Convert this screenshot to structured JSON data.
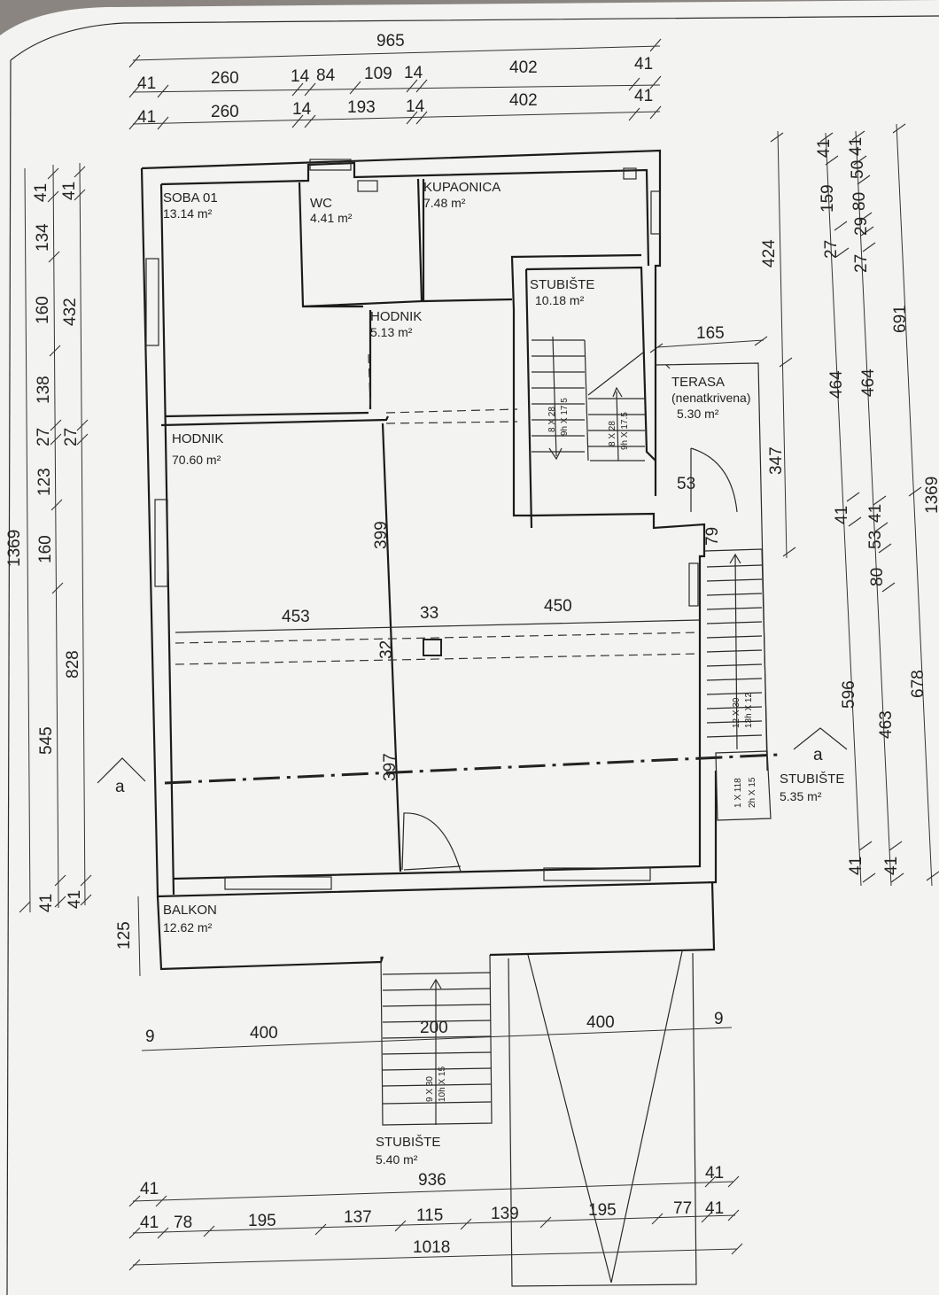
{
  "plan": {
    "rooms": [
      {
        "name": "SOBA 01",
        "area": "13.14 m²"
      },
      {
        "name": "WC",
        "area": "4.41 m²"
      },
      {
        "name": "KUPAONICA",
        "area": "7.48 m²"
      },
      {
        "name": "STUBIŠTE",
        "area": "10.18 m²"
      },
      {
        "name": "HODNIK",
        "area": "5.13 m²"
      },
      {
        "name": "TERASA",
        "sub": "(nenatkrivena)",
        "area": "5.30 m²"
      },
      {
        "name": "HODNIK",
        "area": "70.60 m²"
      },
      {
        "name": "STUBIŠTE",
        "area": "5.35 m²"
      },
      {
        "name": "BALKON",
        "area": "12.62 m²"
      },
      {
        "name": "STUBIŠTE",
        "area": "5.40 m²"
      }
    ],
    "section_marker": "a",
    "stair_labels": {
      "inner_left": [
        "8 X 28",
        "9h X 17.5"
      ],
      "inner_right": [
        "8 X 28",
        "9h X 17.5"
      ],
      "right_long": [
        "12 X 30",
        "13h X 12"
      ],
      "right_short": [
        "1 X 118",
        "2h X 15"
      ],
      "bottom": [
        "9 X 30",
        "10h X 15"
      ]
    },
    "top_dims": {
      "overall": "965",
      "row1": [
        "41",
        "260",
        "14",
        "84",
        "109",
        "14",
        "402",
        "41"
      ],
      "row2": [
        "41",
        "260",
        "14",
        "193",
        "14",
        "402",
        "41"
      ]
    },
    "left_dims": {
      "overall": "1369",
      "outer": [
        "41",
        "134",
        "160",
        "138",
        "27",
        "123",
        "160",
        "545",
        "41"
      ],
      "inner": [
        "41",
        "432",
        "27",
        "828",
        "41"
      ]
    },
    "right_dims": {
      "overall": "1369",
      "d424": "424",
      "d347": "347",
      "d165": "165",
      "d79": "79",
      "d53": "53",
      "col1": [
        "41",
        "159",
        "27",
        "464",
        "41",
        "596",
        "41"
      ],
      "col2": [
        "41",
        "50",
        "80",
        "29",
        "27",
        "464",
        "53",
        "41",
        "80",
        "463",
        "41"
      ],
      "col3": [
        "691",
        "678"
      ]
    },
    "interior_dims": {
      "d399": "399",
      "d453": "453",
      "d33": "33",
      "d450": "450",
      "d32": "32",
      "d397": "397",
      "d125": "125",
      "d9a": "9",
      "d400a": "400",
      "d200": "200",
      "d400b": "400",
      "d9b": "9"
    },
    "bottom_dims": {
      "d936": "936",
      "d41a": "41",
      "d41b": "41",
      "row": [
        "41",
        "78",
        "195",
        "137",
        "115",
        "139",
        "195",
        "77",
        "41"
      ],
      "overall": "1018"
    }
  }
}
